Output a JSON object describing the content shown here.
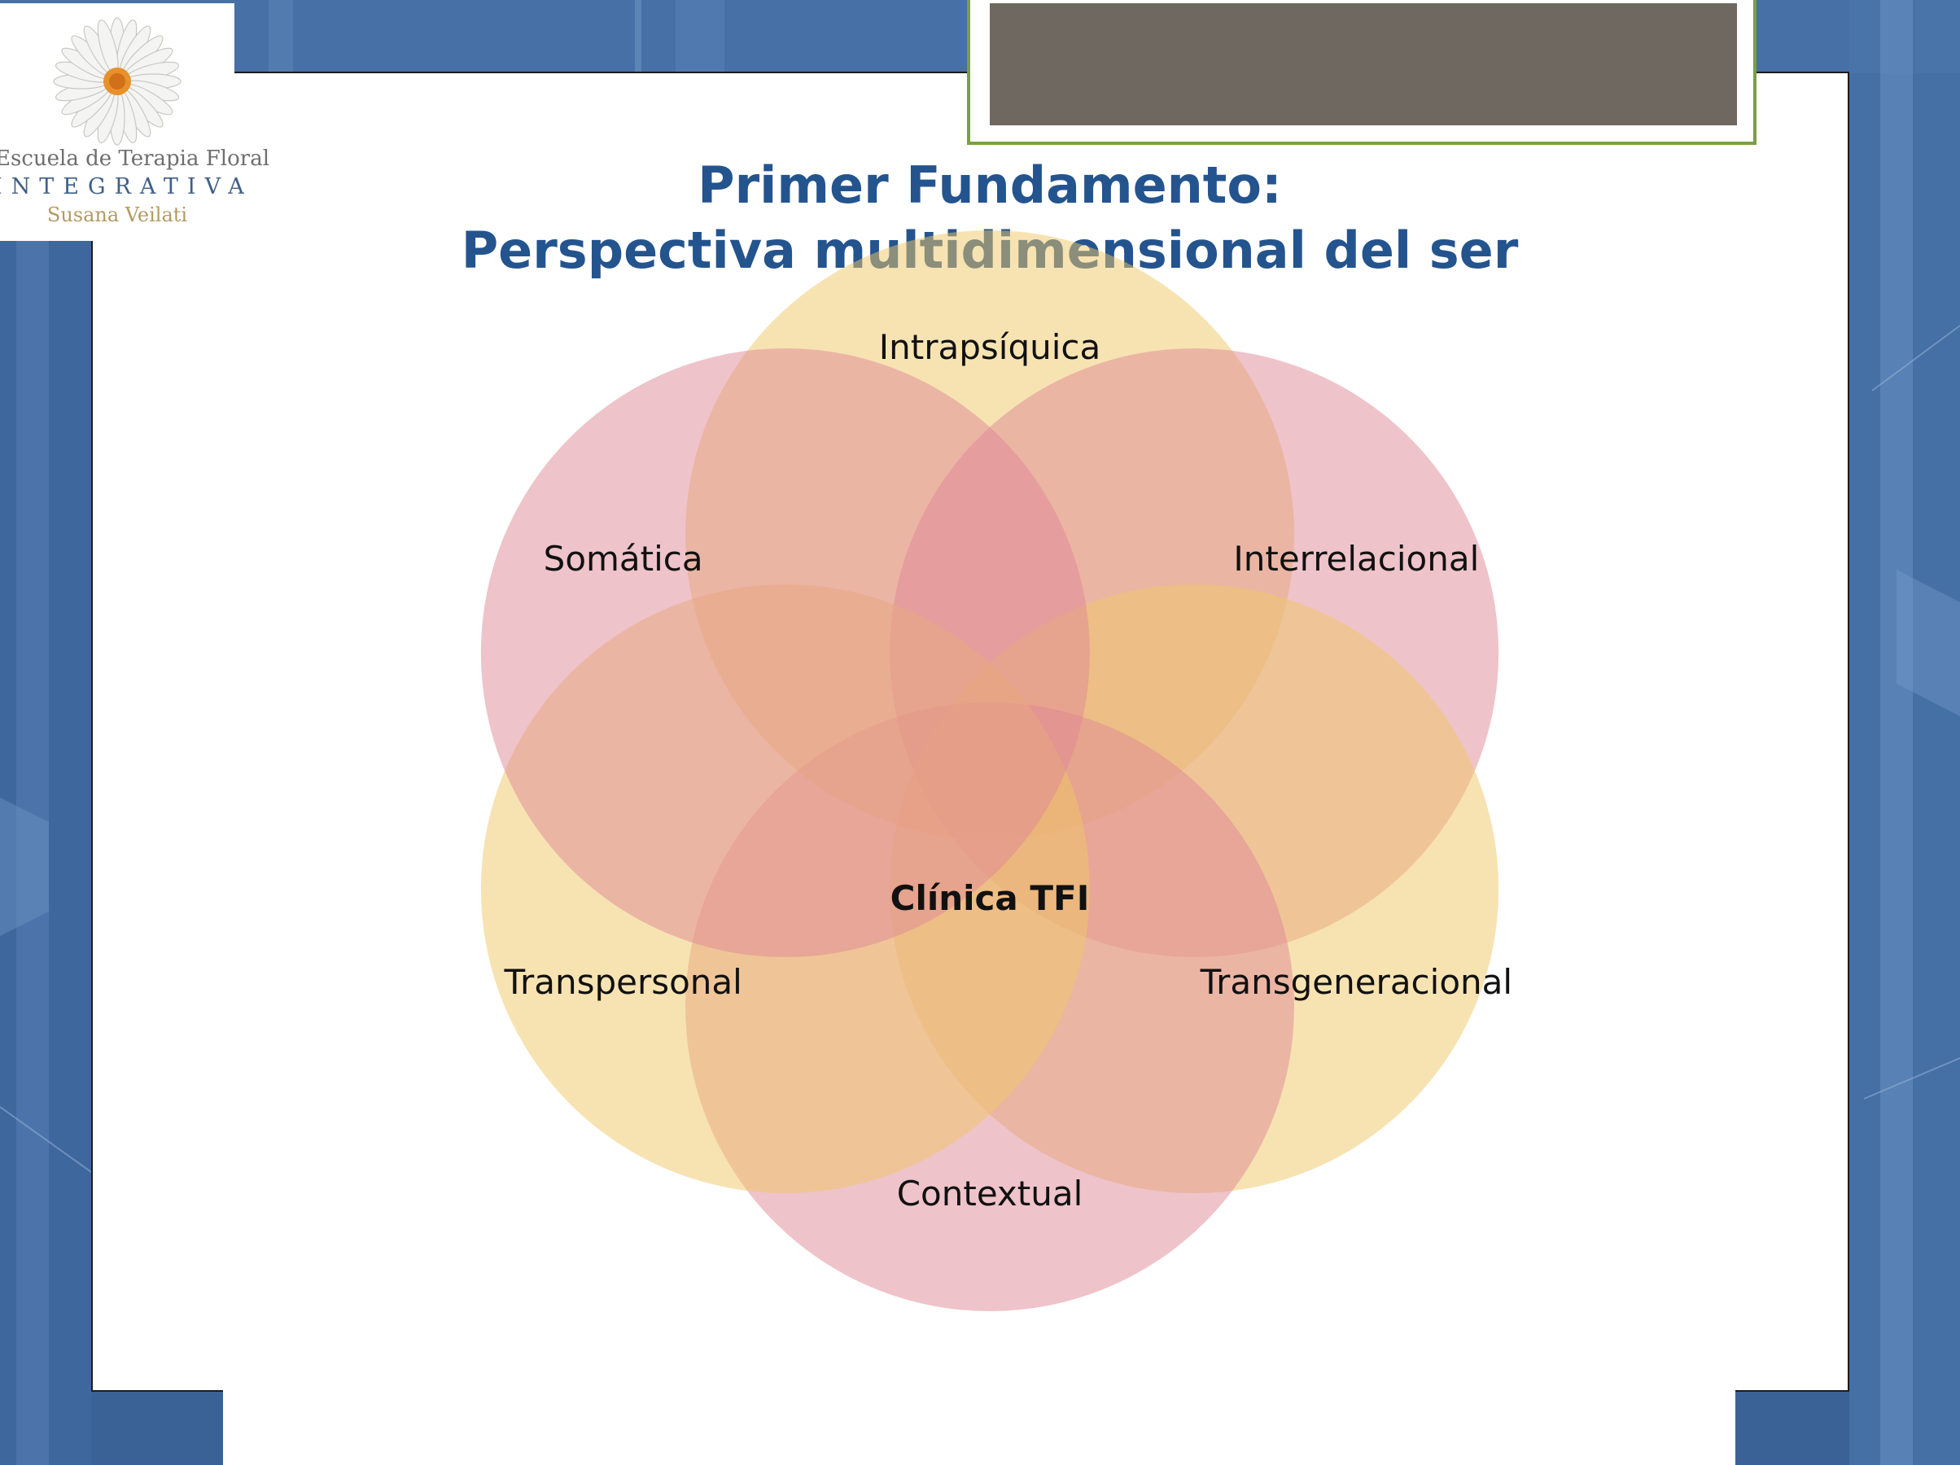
{
  "logo": {
    "line1": "Escuela de Terapia Floral",
    "line2": "INTEGRATIVA",
    "line3": "Susana Veilati",
    "icon": "daisy-icon"
  },
  "title": {
    "line1": "Primer Fundamento:",
    "line2": "Perspectiva multidimensional del ser"
  },
  "diagram": {
    "type": "venn-rosette",
    "center_label": "Clínica TFI",
    "circles": [
      {
        "label": "Intrapsíquica",
        "color": "#f0c866"
      },
      {
        "label": "Interrelacional",
        "color": "#e08896"
      },
      {
        "label": "Transgeneracional",
        "color": "#f0c866"
      },
      {
        "label": "Contextual",
        "color": "#e08896"
      },
      {
        "label": "Transpersonal",
        "color": "#f0c866"
      },
      {
        "label": "Somática",
        "color": "#e08896"
      }
    ]
  },
  "colors": {
    "title": "#24548e",
    "background": "#3a6296",
    "frame_border": "#7aa040",
    "photo": "#6e6860"
  }
}
